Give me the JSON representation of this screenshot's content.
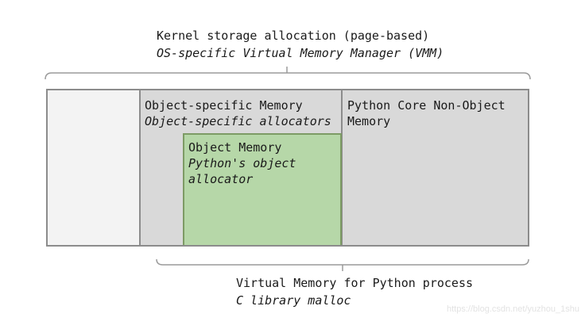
{
  "title": {
    "line1": "Kernel storage allocation (page-based)",
    "line2": "OS-specific Virtual Memory Manager (VMM)"
  },
  "diagram": {
    "object_specific_section": {
      "line1": "Object-specific Memory",
      "line2": "Object-specific allocators"
    },
    "core_nonobject_section": {
      "label": "Python Core Non-Object Memory"
    },
    "object_memory_box": {
      "line1": "Object Memory",
      "line2": "Python's object allocator"
    }
  },
  "footer": {
    "line1": "Virtual Memory for Python process",
    "line2": "C library malloc"
  },
  "watermark": "https://blog.csdn.net/yuzhou_1shu",
  "colors": {
    "box-gray": "#d9d9d9",
    "left-gray": "#f3f3f3",
    "green-fill": "#b6d7a8",
    "green-border": "#7d9b65",
    "box-border": "#8c8c8c",
    "brace": "#9a9a9a",
    "text": "#1a1a1a",
    "watermark": "#e3e3e3"
  }
}
